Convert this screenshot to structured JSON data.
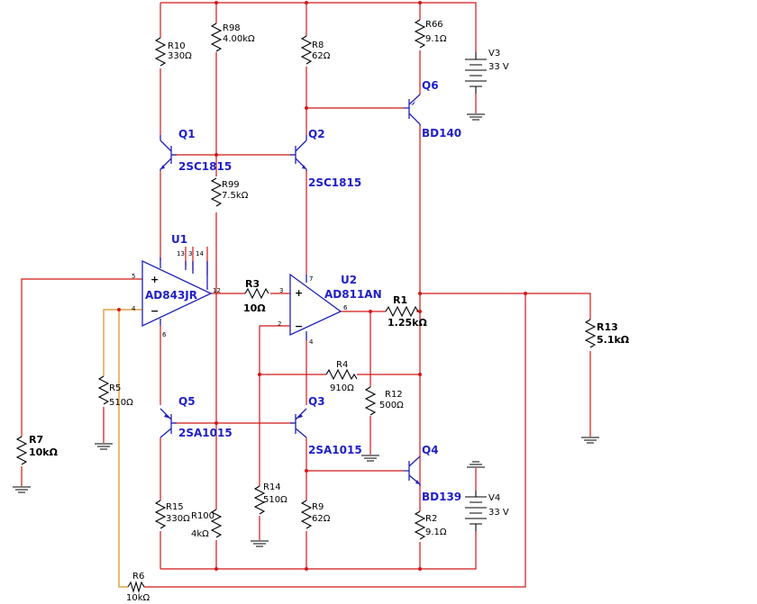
{
  "components": {
    "resistors": [
      {
        "ref": "R10",
        "value": "330Ω"
      },
      {
        "ref": "R98",
        "value": "4.00kΩ"
      },
      {
        "ref": "R8",
        "value": "62Ω"
      },
      {
        "ref": "R66",
        "value": "9.1Ω"
      },
      {
        "ref": "R99",
        "value": "7.5kΩ"
      },
      {
        "ref": "R3",
        "value": "10Ω"
      },
      {
        "ref": "R1",
        "value": "1.25kΩ"
      },
      {
        "ref": "R13",
        "value": "5.1kΩ"
      },
      {
        "ref": "R5",
        "value": "510Ω"
      },
      {
        "ref": "R7",
        "value": "10kΩ"
      },
      {
        "ref": "R4",
        "value": "910Ω"
      },
      {
        "ref": "R12",
        "value": "500Ω"
      },
      {
        "ref": "R14",
        "value": "510Ω"
      },
      {
        "ref": "R15",
        "value": "330Ω"
      },
      {
        "ref": "R100",
        "value": "4kΩ"
      },
      {
        "ref": "R9",
        "value": "62Ω"
      },
      {
        "ref": "R2",
        "value": "9.1Ω"
      },
      {
        "ref": "R6",
        "value": "10kΩ"
      }
    ],
    "transistors": [
      {
        "ref": "Q1",
        "part": "2SC1815"
      },
      {
        "ref": "Q2",
        "part": "2SC1815"
      },
      {
        "ref": "Q6",
        "part": "BD140"
      },
      {
        "ref": "Q5",
        "part": "2SA1015"
      },
      {
        "ref": "Q3",
        "part": "2SA1015"
      },
      {
        "ref": "Q4",
        "part": "BD139"
      }
    ],
    "opamps": [
      {
        "ref": "U1",
        "part": "AD843JR",
        "pins": {
          "inp": "5",
          "inn": "4",
          "out": "12",
          "top_a": "13",
          "top_b": "3",
          "top_c": "14",
          "bottom": "6"
        }
      },
      {
        "ref": "U2",
        "part": "AD811AN",
        "pins": {
          "inp": "3",
          "inn": "2",
          "out": "6",
          "top": "7",
          "bottom": "4"
        }
      }
    ],
    "sources": [
      {
        "ref": "V3",
        "value": "33 V"
      },
      {
        "ref": "V4",
        "value": "33 V"
      }
    ]
  },
  "colors": {
    "wire": "#d01818",
    "feedback_wire": "#d89018",
    "part_label": "#2020c8",
    "component": "#000000"
  }
}
